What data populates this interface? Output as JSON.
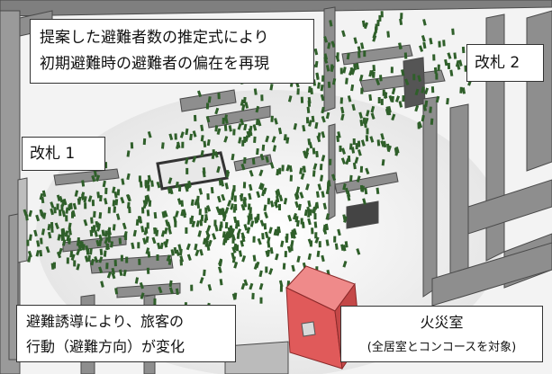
{
  "callouts": {
    "estimation": {
      "line1": "提案した避難者数の推定式により",
      "line2": "初期避難時の避難者の偏在を再現"
    },
    "gate1": "改札 1",
    "gate2": "改札 2",
    "guidance": {
      "line1": "避難誘導により、旅客の",
      "line2": "行動（避難方向）が変化"
    },
    "fire_room": {
      "title": "火災室",
      "subtitle": "(全居室とコンコースを対象)"
    }
  },
  "colors": {
    "floor": "#f4f4f4",
    "wall": "#8e8e8e",
    "wall_shadow": "#4a4a4a",
    "evacuee": "#2f5f2a",
    "fire_room": "#e05a5a",
    "fire_room_top": "#ef8a8a"
  }
}
